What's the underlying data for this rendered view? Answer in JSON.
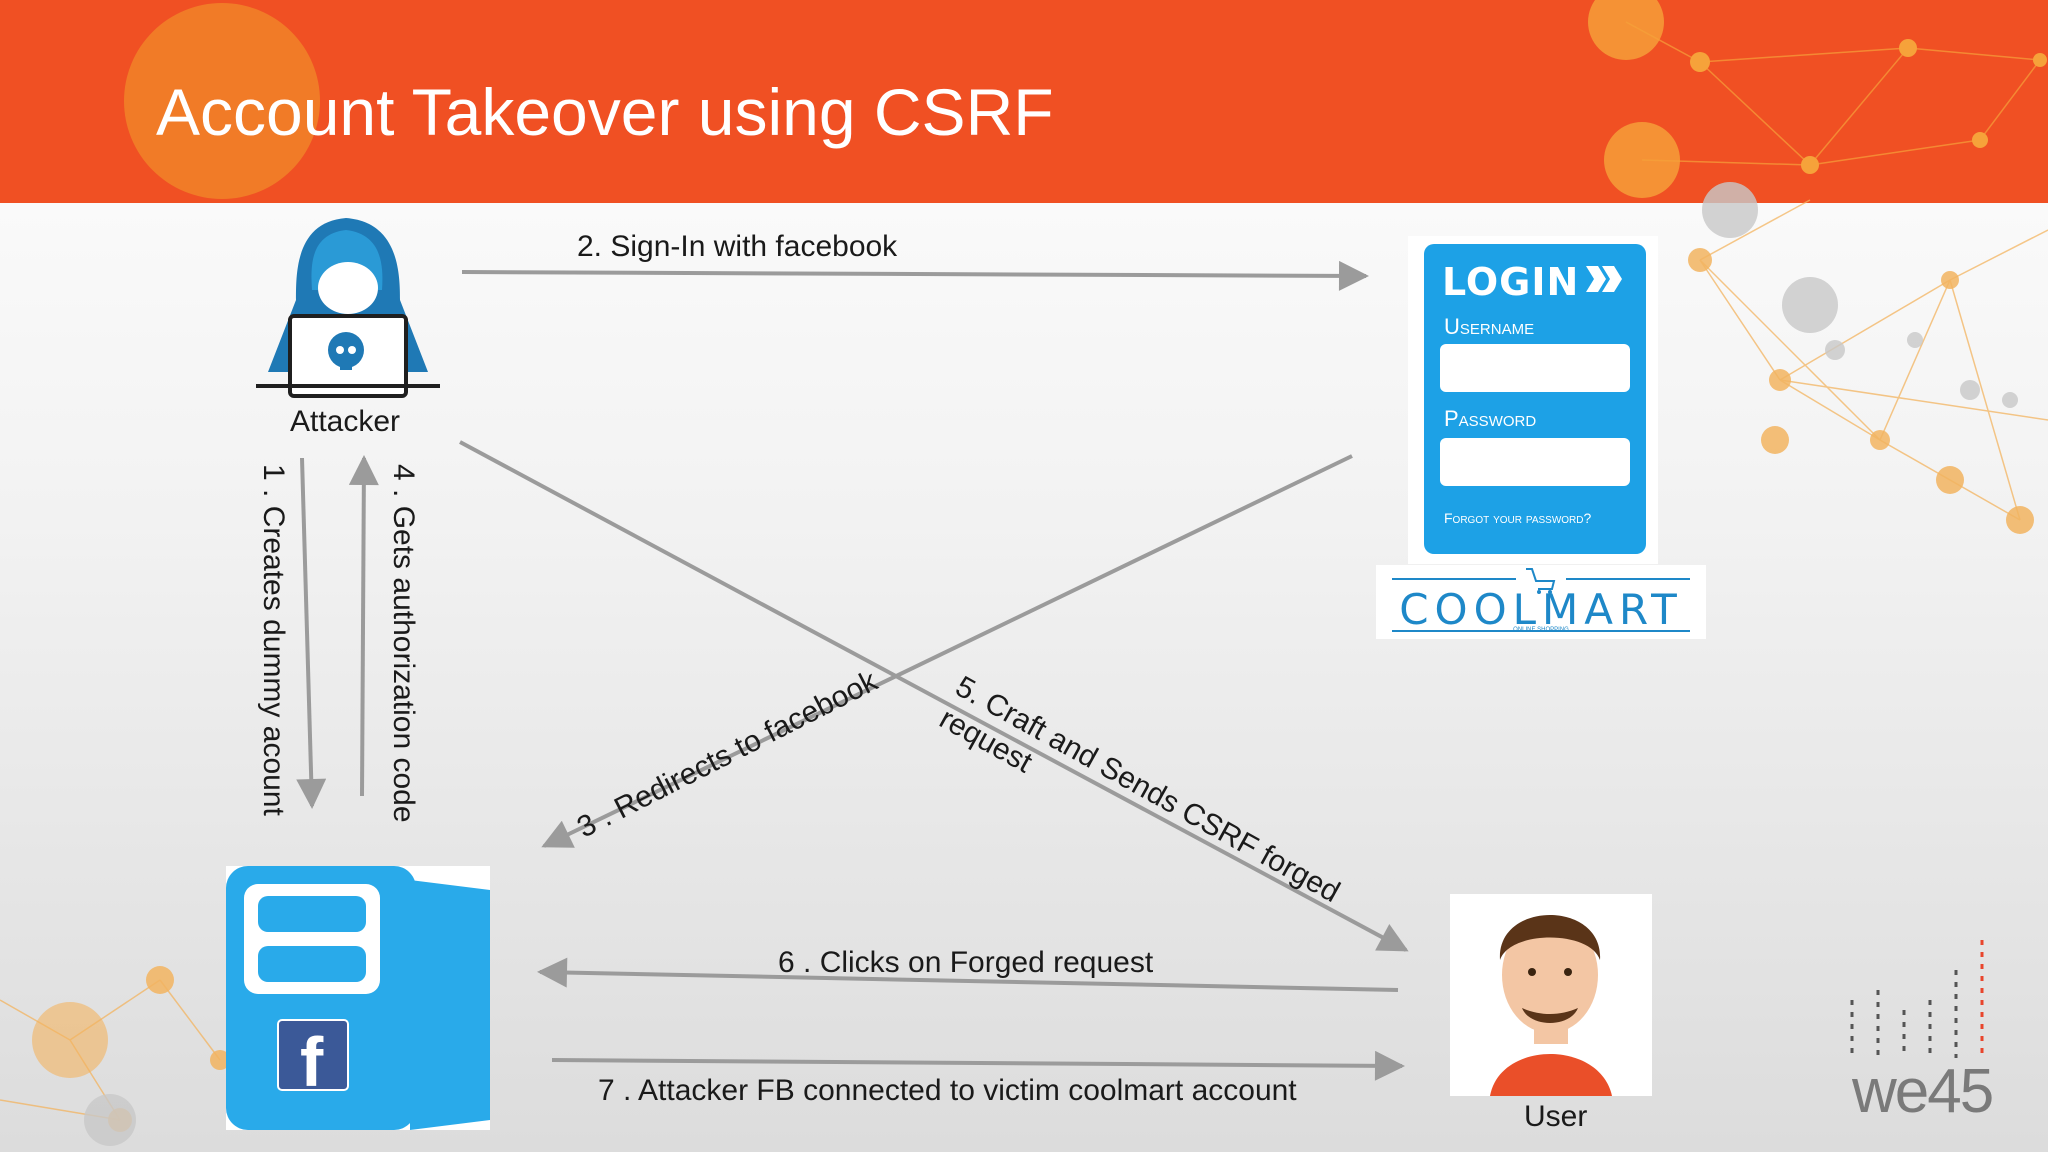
{
  "slide": {
    "title": "Account Takeover using CSRF"
  },
  "colors": {
    "header": "#f05023",
    "arrow": "#9b9b9b",
    "facebook_blue": "#29aaea",
    "login_blue": "#1da1e6",
    "brand_orange": "#e8452c"
  },
  "nodes": {
    "attacker": {
      "label": "Attacker",
      "icon": "hacker-icon"
    },
    "login": {
      "title": "LOGIN",
      "username_label": "Username",
      "password_label": "Password",
      "forgot_label": "Forgot your password?",
      "brand": "COOLMART",
      "brand_sub": "ONLINE SHOPPING"
    },
    "facebook_server": {
      "icon": "facebook-server-icon",
      "logo": "f"
    },
    "user": {
      "label": "User",
      "icon": "user-avatar-icon"
    }
  },
  "edges": [
    {
      "id": "e1",
      "label": "1 . Creates dummy acount"
    },
    {
      "id": "e2",
      "label": "2. Sign-In with facebook"
    },
    {
      "id": "e3",
      "label": "3 . Redirects to facebook"
    },
    {
      "id": "e4",
      "label": "4 . Gets authorization code"
    },
    {
      "id": "e5_line1",
      "label": "5. Craft and Sends CSRF forged"
    },
    {
      "id": "e5_line2",
      "label": "request"
    },
    {
      "id": "e6",
      "label": "6 . Clicks on Forged request"
    },
    {
      "id": "e7",
      "label": "7 . Attacker FB connected to victim coolmart account"
    }
  ],
  "logo": {
    "text": "we45"
  }
}
